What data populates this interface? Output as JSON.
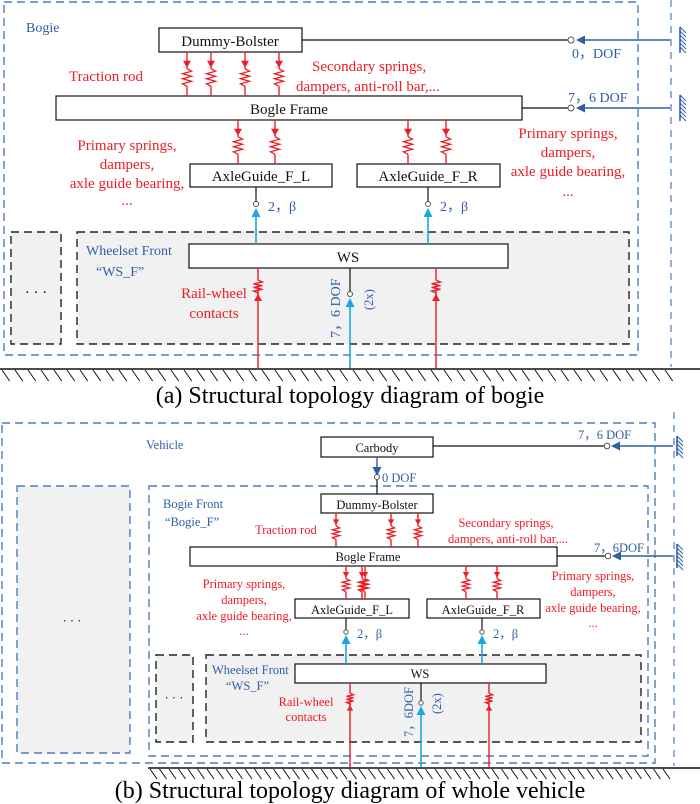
{
  "figure": {
    "panel_a": {
      "caption": "(a) Structural topology diagram of bogie",
      "group_label": "Bogie",
      "bodies": {
        "dummy_bolster": "Dummy-Bolster",
        "bogie_frame": "Bogle Frame",
        "axle_guide_left": "AxleGuide_F_L",
        "axle_guide_right": "AxleGuide_F_R",
        "wheelset": "WS"
      },
      "labels": {
        "traction_rod": "Traction rod",
        "secondary_1": "Secondary springs,",
        "secondary_2": "dampers, anti-roll bar,...",
        "primary_left_1": "Primary springs,",
        "primary_left_2": "dampers,",
        "primary_left_3": "axle guide bearing,",
        "primary_left_4": "...",
        "primary_right_1": "Primary springs,",
        "primary_right_2": "dampers,",
        "primary_right_3": "axle guide bearing,",
        "primary_right_4": "...",
        "rail_wheel_1": "Rail-wheel",
        "rail_wheel_2": "contacts",
        "wheelset_group_1": "Wheelset Front",
        "wheelset_group_2": "“WS_F”",
        "ellipsis_box": "· · ·"
      },
      "joints": {
        "bolster_dof": "0，DOF",
        "frame_dof": "7，6 DOF",
        "axle_left": "2，β",
        "axle_right": "2，β",
        "wheelset_dof": "7，6 DOF",
        "wheelset_mult": "(2x)"
      }
    },
    "panel_b": {
      "caption": "(b) Structural topology diagram of whole vehicle",
      "group_label": "Vehicle",
      "bodies": {
        "carbody": "Carbody",
        "dummy_bolster": "Dummy-Bolster",
        "bogie_frame": "Bogle Frame",
        "axle_guide_left": "AxleGuide_F_L",
        "axle_guide_right": "AxleGuide_F_R",
        "wheelset": "WS"
      },
      "labels": {
        "bogie_group_1": "Bogie Front",
        "bogie_group_2": "“Bogie_F”",
        "traction_rod": "Traction rod",
        "secondary_1": "Secondary springs,",
        "secondary_2": "dampers, anti-roll bar,...",
        "primary_left_1": "Primary springs,",
        "primary_left_2": "dampers,",
        "primary_left_3": "axle guide bearing,",
        "primary_left_4": "...",
        "primary_right_1": "Primary springs,",
        "primary_right_2": "dampers,",
        "primary_right_3": "axle guide bearing,",
        "primary_right_4": "...",
        "rail_wheel_1": "Rail-wheel",
        "rail_wheel_2": "contacts",
        "wheelset_group_1": "Wheelset Front",
        "wheelset_group_2": "“WS_F”",
        "ellipsis_big": "· · ·",
        "ellipsis_small": "· · ·"
      },
      "joints": {
        "carbody_dof": "7，6 DOF",
        "carbody_bolster": "0 DOF",
        "frame_dof": "7，6DOF",
        "axle_left": "2，β",
        "axle_right": "2，β",
        "wheelset_dof": "7，6DOF",
        "wheelset_mult": "(2x)"
      }
    },
    "colors": {
      "force_element": "#ee1c25",
      "joint_arrow": "#1ba8e0",
      "ground_joint": "#2e5fa6",
      "group_border": "#4d7cc1",
      "group_fill": "#f1f1f1"
    }
  }
}
